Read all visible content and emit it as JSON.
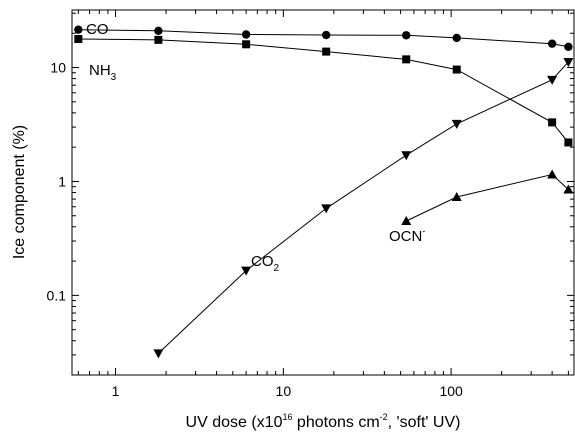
{
  "chart_data": {
    "type": "line",
    "xscale": "log",
    "yscale": "log",
    "xlim": [
      0.55,
      540
    ],
    "ylim": [
      0.02,
      32
    ],
    "xlabel": {
      "main": "UV dose (x10",
      "sup1": "16",
      "mid": " photons cm",
      "sup2": "-2",
      "end": ", 'soft' UV)"
    },
    "ylabel": "Ice component (%)",
    "xticks": [
      {
        "value": 1,
        "label": "1"
      },
      {
        "value": 10,
        "label": "10"
      },
      {
        "value": 100,
        "label": "100"
      }
    ],
    "yticks": [
      {
        "value": 0.1,
        "label": "0.1"
      },
      {
        "value": 1,
        "label": "1"
      },
      {
        "value": 10,
        "label": "10"
      }
    ],
    "series": [
      {
        "key": "co",
        "label": "CO",
        "marker": "circle",
        "x": [
          0.6,
          1.8,
          6,
          18,
          54,
          108,
          400,
          500
        ],
        "y": [
          21.5,
          21,
          19.5,
          19.3,
          19.2,
          18.2,
          16.2,
          15.2
        ]
      },
      {
        "key": "nh3",
        "label": "NH",
        "label_sub": "3",
        "marker": "square",
        "x": [
          0.6,
          1.8,
          6,
          18,
          54,
          108,
          400,
          500
        ],
        "y": [
          17.8,
          17.5,
          16,
          13.8,
          11.8,
          9.6,
          3.3,
          2.2
        ]
      },
      {
        "key": "co2",
        "label": "CO",
        "label_sub": "2",
        "marker": "triangle-down",
        "x": [
          1.8,
          6,
          18,
          54,
          108,
          400,
          500
        ],
        "y": [
          0.031,
          0.165,
          0.58,
          1.7,
          3.2,
          7.8,
          11.2
        ]
      },
      {
        "key": "ocn",
        "label": "OCN",
        "label_sup": "-",
        "marker": "triangle-up",
        "x": [
          54,
          108,
          400,
          500
        ],
        "y": [
          0.45,
          0.73,
          1.15,
          0.85
        ]
      }
    ]
  }
}
